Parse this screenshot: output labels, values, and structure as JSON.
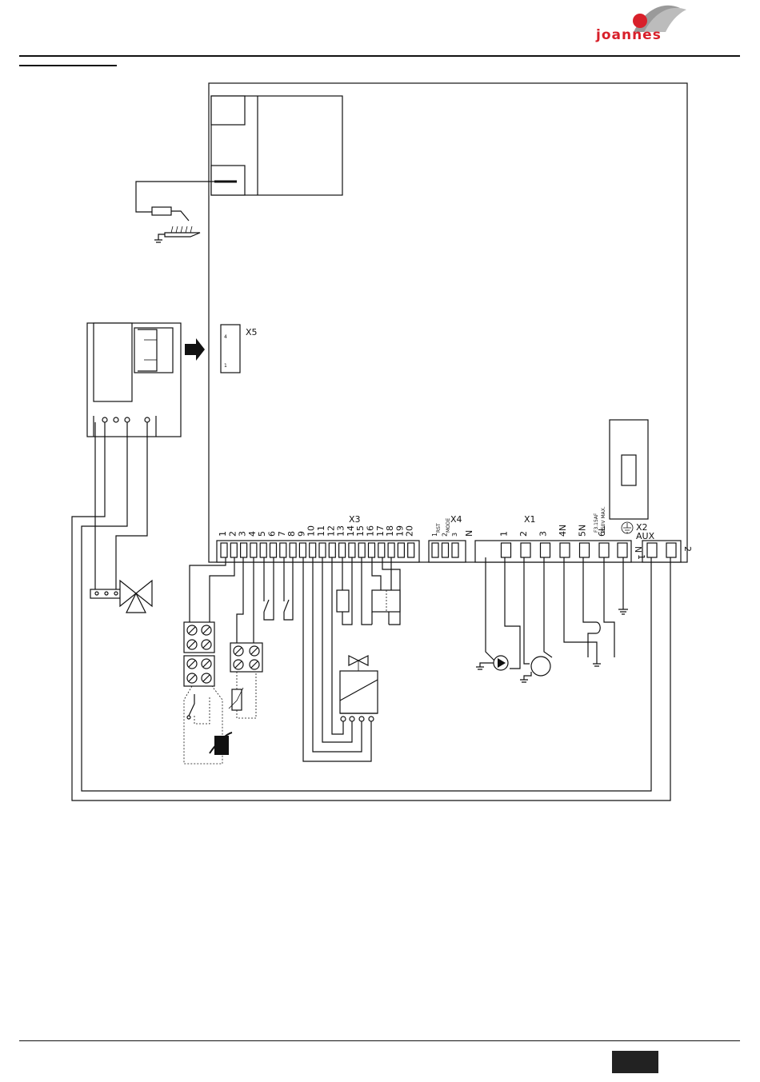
{
  "header": {
    "brand": "joannes"
  },
  "board": {
    "x5": {
      "label": "X5",
      "pin_top": "4",
      "pin_bottom": "1"
    },
    "x3": {
      "label": "X3",
      "terminals": [
        "1",
        "2",
        "3",
        "4",
        "5",
        "6",
        "7",
        "8",
        "9",
        "10",
        "11",
        "12",
        "13",
        "14",
        "15",
        "16",
        "17",
        "18",
        "19",
        "20"
      ]
    },
    "x4": {
      "label": "X4",
      "terminals": [
        "1",
        "2",
        "3"
      ],
      "sublabels": [
        "RST",
        "MODE"
      ]
    },
    "x1": {
      "label": "X1",
      "terminals": [
        "N",
        "1",
        "2",
        "3",
        "4N",
        "5N",
        "6L"
      ]
    },
    "fuse": {
      "line1": "F3.15AF",
      "line2": "250V MAX."
    },
    "x2": {
      "label": "X2",
      "sublabel": "AUX",
      "terminals": [
        "N",
        "1",
        "2"
      ]
    }
  },
  "colors": {
    "line": "#111111",
    "brand_red": "#d8202a",
    "brand_grey": "#9a9a9a",
    "footer_badge": "#222222"
  },
  "icons": [
    "flame-sensor-icon",
    "spark-electrode-icon",
    "ground-icon",
    "arrow-right-icon",
    "three-way-valve-icon",
    "gas-valve-icon",
    "pump-icon",
    "fan-icon",
    "thermistor-icon",
    "switch-icon",
    "flow-sensor-icon"
  ]
}
